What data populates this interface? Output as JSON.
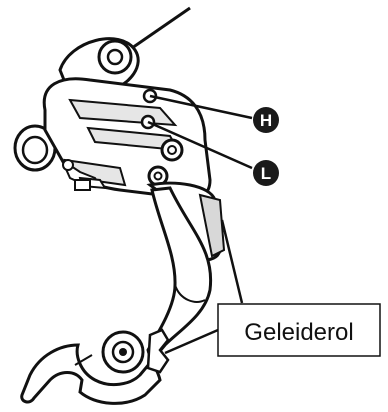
{
  "callouts": {
    "h": {
      "letter": "H"
    },
    "l": {
      "letter": "L"
    },
    "guide_pulley": {
      "label": "Geleiderol"
    }
  },
  "colors": {
    "ink": "#111111",
    "paper": "#ffffff",
    "badge_fill": "#1a1a1a",
    "badge_text": "#ffffff",
    "shading": "#d8d8d8"
  }
}
